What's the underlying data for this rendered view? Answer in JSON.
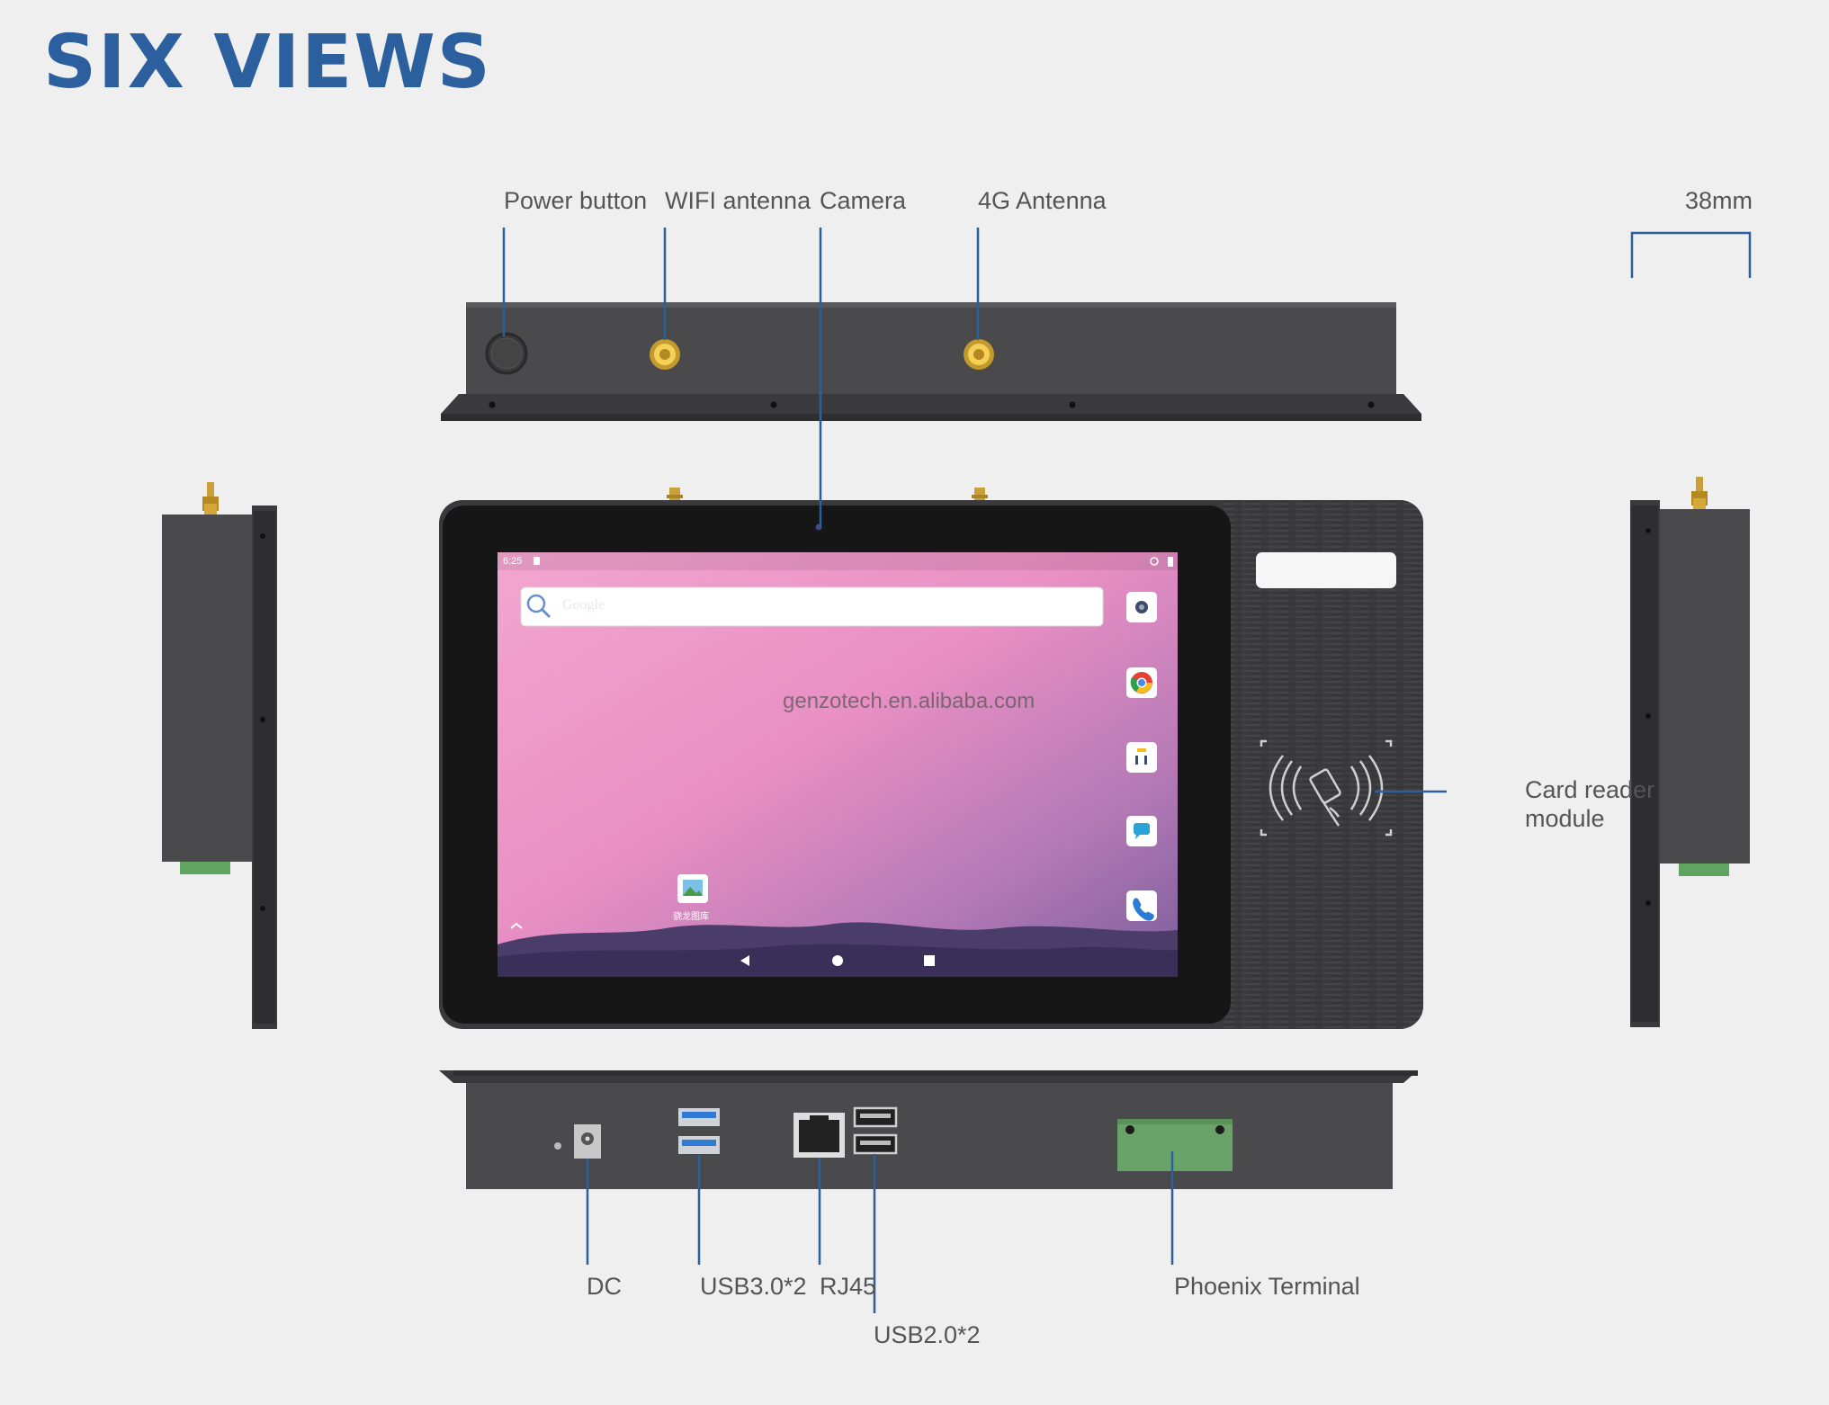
{
  "header": {
    "title": "SIX VIEWS"
  },
  "labels": {
    "power_button": "Power button",
    "wifi_antenna": "WIFI antenna",
    "camera": "Camera",
    "antenna_4g": "4G Antenna",
    "depth": "38mm",
    "card_reader_line1": "Card reader",
    "card_reader_line2": "module",
    "dc": "DC",
    "usb30": "USB3.0*2",
    "rj45": "RJ45",
    "usb20": "USB2.0*2",
    "phoenix": "Phoenix Terminal"
  },
  "screen": {
    "status_time": "6:25",
    "search_placeholder": "Google",
    "watermark": "genzotech.en.alibaba.com",
    "gallery_label": "骁龙图库"
  },
  "colors": {
    "accent": "#2b5f9e",
    "housing": "#4a4a4a",
    "terminal_green": "#6aa36a",
    "antenna_gold": "#d4a82a"
  }
}
